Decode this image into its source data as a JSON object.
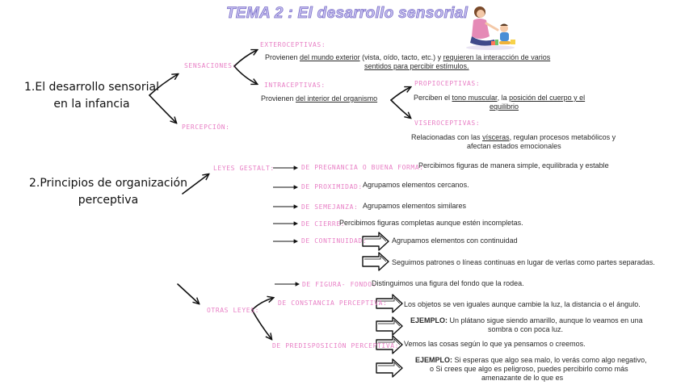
{
  "title": "TEMA 2 : El desarrollo sensorial",
  "section1": {
    "heading_line1": "1.El desarrollo sensorial",
    "heading_line2": "en la infancia",
    "sensaciones": "SENSACIONES:",
    "percepcion": "PERCEPCIÓN:",
    "extero": {
      "label": "EXTEROCEPTIVAS:",
      "t1": "Provienen ",
      "t2": "del mundo exterior",
      "t3": " (vista, oído, tacto, etc.) y ",
      "t4": "requieren la interacción de varios",
      "line2": "sentidos para percibir estímulos."
    },
    "intero": {
      "label": "INTRACEPTIVAS:",
      "t1": "Provienen ",
      "t2": "del interior del organismo"
    },
    "propio": {
      "label": "PROPIOCEPTIVAS:",
      "t1": "Perciben el ",
      "t2": "tono muscular",
      "t3": ", la ",
      "t4": "posición del cuerpo y el",
      "line2": "equilibrio"
    },
    "visce": {
      "label": "VISEROCEPTIVAS:",
      "t1": "Relacionadas con las ",
      "t2": "vísceras",
      "t3": ", regulan procesos metabólicos y",
      "line2": "afectan estados emocionales"
    }
  },
  "section2": {
    "heading_line1": "2.Principios de organización",
    "heading_line2": "perceptiva",
    "leyes_gestalt": "LEYES GESTALT:",
    "otras_leyes": "OTRAS LEYES:",
    "laws": {
      "pregnancia": {
        "label": "DE PREGNANCIA O BUENA FORMA:",
        "text": "Percibimos figuras de manera simple, equilibrada y estable"
      },
      "proximidad": {
        "label": "DE PROXIMIDAD:",
        "text": "Agrupamos elementos cercanos."
      },
      "semejanza": {
        "label": "DE SEMEJANZA:",
        "text": "Agrupamos elementos similares"
      },
      "cierre": {
        "label": "DE CIERRE:",
        "text": "Percibimos figuras completas aunque estén incompletas."
      },
      "continuidad": {
        "label": "DE CONTINUIDAD:",
        "text1": "Agrupamos elementos con continuidad",
        "text2": "Seguimos patrones o líneas continuas en lugar de verlas como partes separadas."
      },
      "figura_fondo": {
        "label": "DE FIGURA- FONDO:",
        "text": "Distinguimos una figura del fondo que la rodea."
      },
      "constancia": {
        "label": "DE CONSTANCIA PERCEPTIVA:",
        "text": "Los objetos se ven iguales aunque cambie la luz, la distancia o el ángulo.",
        "ex_label": "EJEMPLO:",
        "ex_text": " Un plátano sigue siendo amarillo, aunque lo veamos en una",
        "ex_line2": "sombra o con poca luz."
      },
      "predisposicion": {
        "label": "DE PREDISPOSICIÓN PERCEPTIVA:",
        "text": "Vemos las cosas según lo que ya pensamos o creemos.",
        "ex_label": "EJEMPLO:",
        "ex_text": " Si esperas que algo sea malo, lo verás como algo negativo,",
        "ex_line2": "o  Si crees que algo es peligroso, puedes percibirlo como más",
        "ex_line3": "amenazante de lo que es"
      }
    }
  },
  "colors": {
    "pink": "#e87fc5",
    "title_fill": "#c7c1ef",
    "title_stroke": "#7c70c9",
    "text": "#2a2a2a"
  },
  "illustration_icon": "mother-child-playing-icon"
}
